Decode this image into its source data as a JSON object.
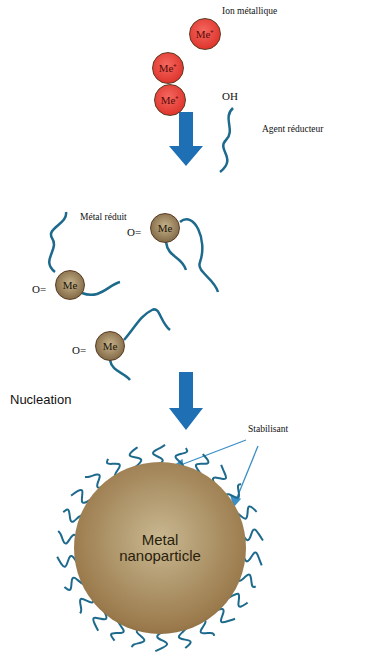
{
  "diagram": {
    "nodes": [
      {
        "text": [
          "Me⁺"
        ]
      },
      {
        "text": [
          "Me⁺"
        ]
      },
      {
        "text": [
          "Me⁺"
        ]
      },
      {
        "text": [
          "Me"
        ]
      },
      {
        "text": [
          "Me"
        ]
      },
      {
        "text": [
          "Me"
        ]
      },
      {
        "text": [
          "Metal nanoparticle"
        ]
      }
    ],
    "labels": [
      "Ion métallique",
      "OH",
      "Agent réducteur",
      "Métal réduit",
      "O=",
      "O=",
      "O=",
      "Nucleation",
      "Stabilisant"
    ]
  }
}
